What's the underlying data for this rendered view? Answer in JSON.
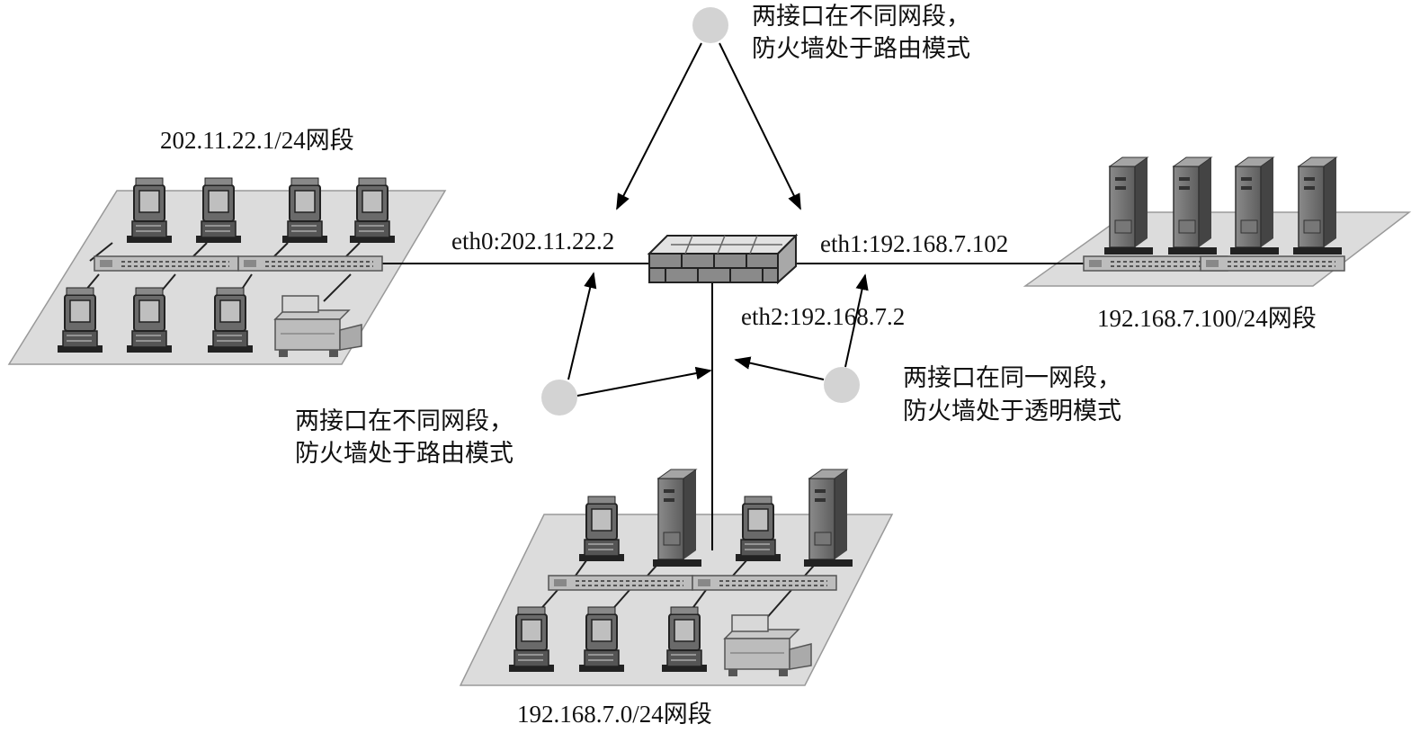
{
  "segments": {
    "left": "202.11.22.1/24网段",
    "right": "192.168.7.100/24网段",
    "bottom": "192.168.7.0/24网段"
  },
  "interfaces": {
    "eth0": "eth0:202.11.22.2",
    "eth1": "eth1:192.168.7.102",
    "eth2": "eth2:192.168.7.2"
  },
  "callouts": {
    "top": {
      "line1": "两接口在不同网段，",
      "line2": "防火墙处于路由模式"
    },
    "left": {
      "line1": "两接口在不同网段，",
      "line2": "防火墙处于路由模式"
    },
    "right": {
      "line1": "两接口在同一网段，",
      "line2": "防火墙处于透明模式"
    }
  },
  "icons": {
    "firewall": "firewall-icon",
    "workstation": "workstation-icon",
    "server": "server-icon",
    "printer": "printer-icon",
    "hub": "hub-icon",
    "callout_dot": "callout-dot-icon"
  },
  "colors": {
    "platform": "#dcdcdc",
    "device": "#6e6e6e",
    "dot": "#d3d3d3",
    "line": "#000000"
  }
}
